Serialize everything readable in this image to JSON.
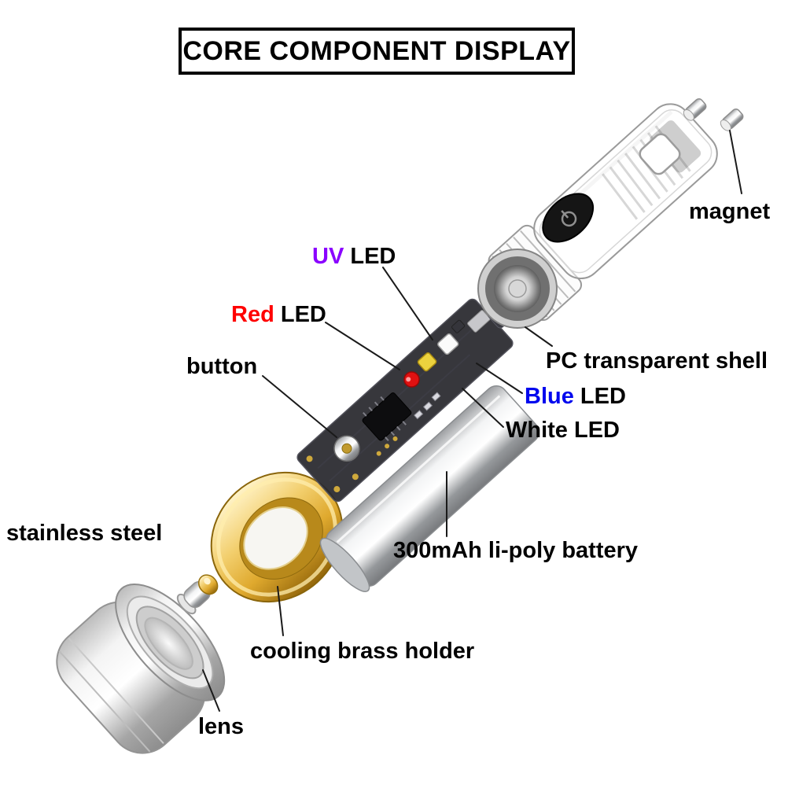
{
  "title": "CORE COMPONENT DISPLAY",
  "colors": {
    "uv": "#8a00ff",
    "red": "#ff0000",
    "blue": "#0008ee",
    "text": "#000000",
    "brass": "#dfa92e",
    "battery_silver": "#c9ccd0",
    "pcb_dark": "#2a2a30"
  },
  "labels": {
    "magnet": "magnet",
    "uv_led": {
      "word": "UV",
      "rest": " LED"
    },
    "red_led": {
      "word": "Red",
      "rest": " LED"
    },
    "button": "button",
    "pc_shell": "PC transparent shell",
    "blue_led": {
      "word": "Blue",
      "rest": " LED"
    },
    "white_led": "White LED",
    "battery": "300mAh li-poly battery",
    "stainless_steel": "stainless steel",
    "brass_holder": "cooling brass holder",
    "lens": "lens"
  }
}
